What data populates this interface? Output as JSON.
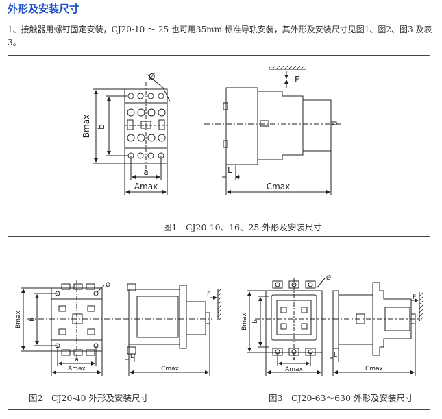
{
  "heading": "外形及安装尺寸",
  "intro": "1、接触器用螺钉固定安装，CJ20-10 ～ 25 也可用35mm 标准导轨安装，其外形及安装尺寸见图1、图2、图3 及表3。",
  "figure1": {
    "caption": "图1　CJ20-10、16、25 外形及安装尺寸",
    "labels": {
      "phi": "Ø",
      "bmax": "Bmax",
      "b": "b",
      "a": "a",
      "amax": "Amax",
      "f": "F",
      "l": "L",
      "cmax": "Cmax"
    }
  },
  "figure2": {
    "caption": "图2　CJ20-40 外形及安装尺寸",
    "labels": {
      "phi": "Ø",
      "bmax": "Bmax",
      "b": "b",
      "a": "a",
      "amax": "Amax",
      "f": "F",
      "l": "L",
      "cmax": "Cmax"
    }
  },
  "figure3": {
    "caption": "图3　CJ20-63～630 外形及安装尺寸",
    "labels": {
      "phi": "Ø",
      "bmax": "Bmax",
      "b": "b",
      "a": "a",
      "amax": "Amax",
      "f": "F",
      "l": "L",
      "cmax": "Cmax"
    }
  }
}
